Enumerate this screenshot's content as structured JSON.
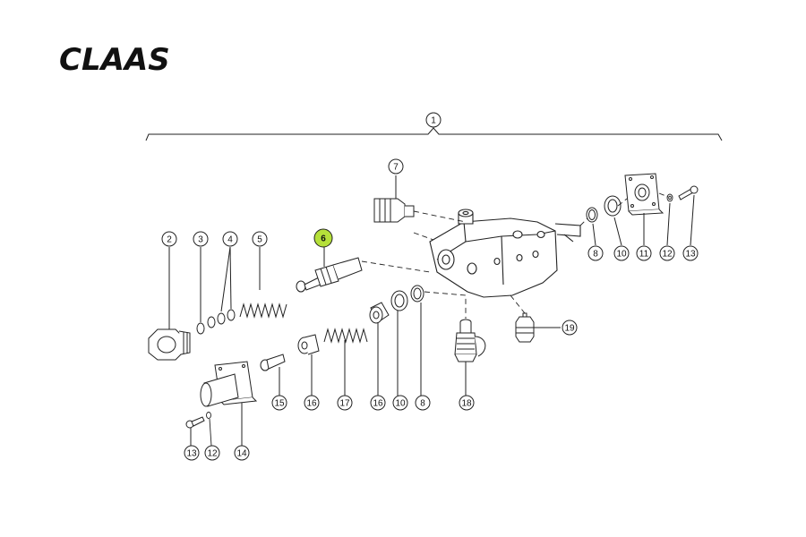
{
  "brand": {
    "logo_text": "CLAAS",
    "logo_color": "#111111"
  },
  "highlight_color": "#b5e03a",
  "callouts": [
    {
      "id": "c1",
      "label": "1"
    },
    {
      "id": "c7",
      "label": "7"
    },
    {
      "id": "c2",
      "label": "2"
    },
    {
      "id": "c3",
      "label": "3"
    },
    {
      "id": "c4",
      "label": "4"
    },
    {
      "id": "c5",
      "label": "5"
    },
    {
      "id": "c6",
      "label": "6",
      "highlighted": true
    },
    {
      "id": "c8a",
      "label": "8"
    },
    {
      "id": "c10a",
      "label": "10"
    },
    {
      "id": "c11",
      "label": "11"
    },
    {
      "id": "c12a",
      "label": "12"
    },
    {
      "id": "c13a",
      "label": "13"
    },
    {
      "id": "c19",
      "label": "19"
    },
    {
      "id": "c15",
      "label": "15"
    },
    {
      "id": "c16a",
      "label": "16"
    },
    {
      "id": "c17",
      "label": "17"
    },
    {
      "id": "c16b",
      "label": "16"
    },
    {
      "id": "c10b",
      "label": "10"
    },
    {
      "id": "c8b",
      "label": "8"
    },
    {
      "id": "c18",
      "label": "18"
    },
    {
      "id": "c13b",
      "label": "13"
    },
    {
      "id": "c12b",
      "label": "12"
    },
    {
      "id": "c14",
      "label": "14"
    }
  ]
}
